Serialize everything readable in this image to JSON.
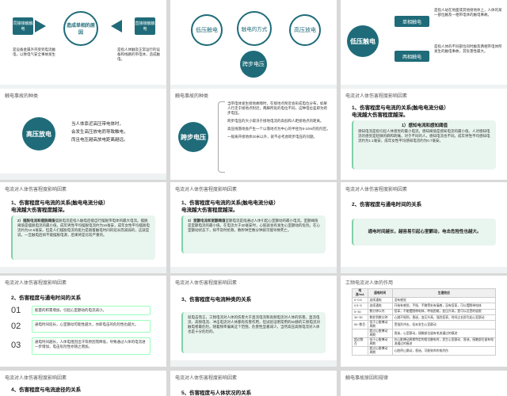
{
  "s1": {
    "box_left": "同接接触触电",
    "circle_center": "造成单相的原因",
    "box_right": "直接接触触电",
    "text_left": "是设备金属外壳受到电流触电，以致电气安全事故发生",
    "text_right": "是指人体触及正常运行的设备和线路的带电体，造成触电。"
  },
  "s2": {
    "c_left": "低压触电",
    "c_center": "触电的方式",
    "c_right": "高压放电",
    "c_bottom": "跨步电压"
  },
  "s3": {
    "circle": "低压触电",
    "btn1": "单相触电",
    "btn2": "两相触电",
    "text1": "是指人站在地面或其他接地体上，人体的某一部位触及一相带电体的触电事故。",
    "text2": "是指人体的不同部位同时触及两相带电体所发生的触电事故，其危害性最大。"
  },
  "s4": {
    "title": "触电事故的种类",
    "circle": "高压放电",
    "lines": [
      "当人体靠近高压带电体时，",
      "会发生高压放电而导致触电，",
      "而且电压越高放电距离越远。"
    ]
  },
  "s5": {
    "title": "触电事故的种类",
    "circle": "跨步电压",
    "p1": "当带电体发生接地故障时，在接地点附近会形成电位分布，如果人行走于接地点附近，两脚所处的电位不同，这种电位差即为跨步电压。",
    "p2": "跨步电压的大小取决于接地电流的高低和人距接地点的距离。",
    "p3": "高压线落地会产生一个以落地点为中心的半径为8-10m的危险区。",
    "p4": "一般离开接地体20米以外，就不必考虑跨步电压的问题。"
  },
  "s6": {
    "title": "电流对人体伤害程度影响因素",
    "h1": "1、伤害程度与电流的关系(触电电流分级）",
    "h2": "电流越大伤害程度越深。",
    "panel_title": "1）感知电流和感知阈值",
    "panel_text": "感知电流是指引起人体感觉的最小电流。感知阈值是感知电流的最小值。人对感知电流的感觉是轻微的麻和刺痛，对于不同的人，感知电流也不同。成年男性平均感知电流约为1.1毫安，成年女性平均感知电流约为0.7毫安。"
  },
  "s7": {
    "title": "电流对人体伤害程度影响因素",
    "h1": "1、伤害程度与电流的关系(触电电流分级）",
    "h2": "电流越大伤害程度越深。",
    "panel_title": "2）摆脱电流和摆脱阈值",
    "panel_text": "摆脱电流是指人触电后能自行摆脱带电体的最大电流。摆脱阈值是摆脱电流的最小值。成年男性平均摆脱电流约为16毫安，成年女性平均摆脱电流约为10.5毫安。但是人们摆脱电流的能力是随着触电时间的延长而减弱的，这就是说，一旦触电后如不能摆脱电源，后果将是比较严重的。"
  },
  "s8": {
    "title": "电流对人体伤害程度影响因素",
    "h1": "1、伤害程度与电流的关系(触电电流分级）",
    "h2": "电流越大伤害程度越深。",
    "panel_title": "3）室颤电流和室颤阈值",
    "panel_text": "室颤电流是指通过人体引起心室颤动的最小电流。室颤阈值是室颤电流的最小值。在电流大于30毫安时，心脏就会有发生心室颤动的危险。在心室颤动状态下，如不及时抢救，数秒钟至数分钟就可能导致死亡。"
  },
  "s9": {
    "title": "电流对人体伤害程度影响因素",
    "h1": "2、伤害程度与通电时间的关系",
    "panel_text": "通电时间越长，越容易引起心室颤动，电击危险性也越大。"
  },
  "s10": {
    "title": "电流对人体伤害程度影响因素",
    "h1": "2、伤害程度与通电时间的关系",
    "items": [
      {
        "n": "01",
        "t": "能量的积累增加，引起心室颤动的电流减小。"
      },
      {
        "n": "02",
        "t": "通电时间延长，心室颤动可能性越大，亦即电击的危险性也越大。"
      },
      {
        "n": "03",
        "t": "通电时间越长，人体电阻因出汗等原因而降低，导致通过人体的电流进一步增加，电击危险性亦随之增加。"
      }
    ]
  },
  "s11": {
    "title": "电流对人体伤害程度影响因素",
    "h1": "3、伤害程度与电流种类的关系",
    "panel_text": "就电击而言，工频电流对人体的伤害大于直流电流和高频电流对人体的伤害。直流电流、高频电流、冲击电流对人体都有伤害作用，但试验证明常用的50赫的工频电流对触电者最危险。随着频率偏离这个范围，危害性显著减少。当然高压高频电流对人体也是十分危险的。"
  },
  "s12": {
    "title": "工频电流对人体的作用",
    "headers": [
      "电流/mA",
      "通电时间",
      "生理效应"
    ],
    "rows": [
      [
        "0~0.5",
        "连续通电",
        "没有感觉"
      ],
      [
        "0.5~5",
        "连续通电",
        "开始有感觉，手指、手腕等处有痛感，没有痉挛，可以摆脱带电体"
      ],
      [
        "5~30",
        "数分钟以内",
        "痉挛，不能摆脱带电体，呼吸困难，血压升高，是可以忍受的极限"
      ],
      [
        "30~50",
        "数秒到数分钟",
        "心跳不规则，昏迷，血压升高，强烈痉挛，时间过长即引起心室颤动"
      ],
      [
        "50~数百",
        "低于心脏搏动周期",
        "受强烈冲击，但未发生心室颤动"
      ],
      [
        "",
        "超过心脏搏动周期",
        "昏迷，心室颤动，接触部位留有电流通过的痕迹"
      ],
      [
        "超过数百",
        "低于心脏搏动周期",
        "在心脏搏动周期特定的相位触电时，发生心室颤动、昏迷，接触部位留有电流通过的痕迹"
      ],
      [
        "",
        "超过心脏搏动周期",
        "心脏停止跳动，昏迷，可能致命的电灼伤"
      ]
    ]
  },
  "s13": {
    "title": "电流对人体伤害程度影响因素",
    "h1": "4、伤害程度与电流途径的关系"
  },
  "s14": {
    "title": "电流对人体伤害程度影响因素",
    "h1": "5、伤害程度与人体状况的关系"
  },
  "s15": {
    "title": "触电事故原因和规律"
  }
}
